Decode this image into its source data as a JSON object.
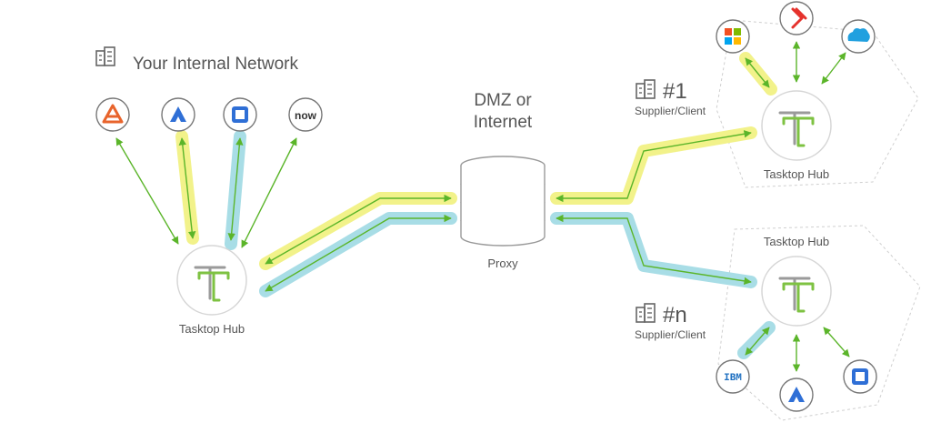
{
  "internal": {
    "title": "Your Internal Network",
    "hub_label": "Tasktop Hub",
    "tools": [
      "atlas-tool-icon",
      "jira-align-icon",
      "jira-icon",
      "servicenow-icon"
    ],
    "servicenow_text": "now"
  },
  "dmz": {
    "line1": "DMZ or",
    "line2": "Internet",
    "proxy_label": "Proxy"
  },
  "supplier1": {
    "number": "#1",
    "label": "Supplier/Client",
    "hub_label": "Tasktop Hub",
    "tools": [
      "microsoft-icon",
      "broadcom-icon",
      "salesforce-icon"
    ]
  },
  "suppliern": {
    "number": "#n",
    "label": "Supplier/Client",
    "hub_label": "Tasktop Hub",
    "tools": [
      "ibm-icon",
      "jira-align-icon",
      "jira-icon"
    ],
    "ibm_text": "IBM"
  },
  "colors": {
    "yellow": "#f2f28a",
    "teal": "#a8dde6",
    "arrow": "#5bb52a",
    "hub_green": "#7ec242",
    "hub_gray": "#9a9a9a",
    "ring": "#cfcfcf",
    "text": "#555555",
    "atlas_orange": "#e8642c",
    "jira_blue": "#2f6fd6",
    "ms_red": "#f25022",
    "ms_green": "#7fba00",
    "ms_blue": "#00a4ef",
    "ms_yellow": "#ffb900",
    "sf_blue": "#21a0df"
  }
}
